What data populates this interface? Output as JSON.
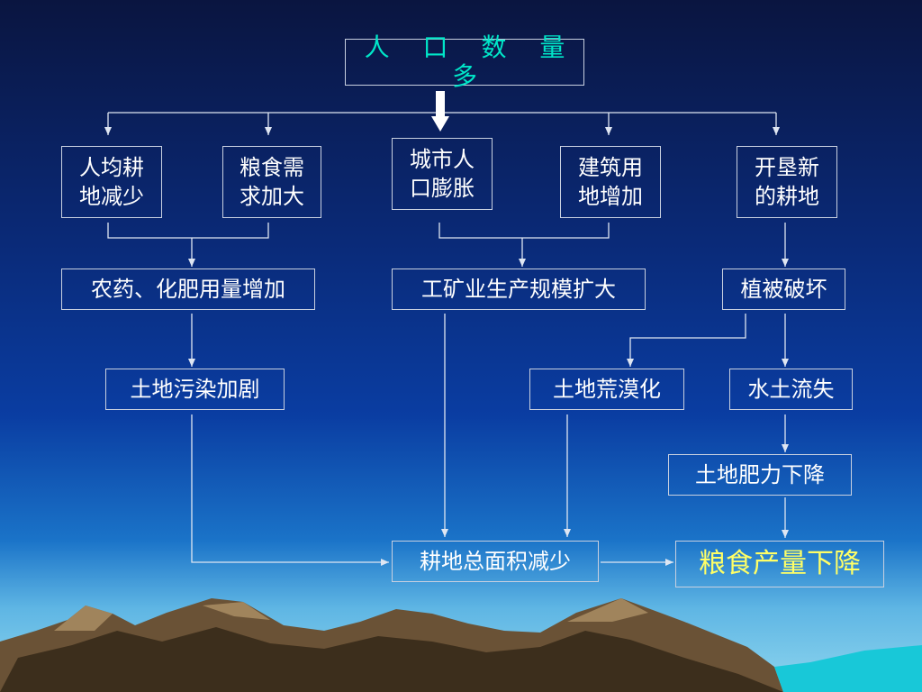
{
  "colors": {
    "title_text": "#00e6c8",
    "highlight_text": "#ffff66",
    "line": "#dfe6f2",
    "box_border": "#c8d0e0"
  },
  "nodes": {
    "title": "人 口 数 量 多",
    "n1": "人均耕\n地减少",
    "n2": "粮食需\n求加大",
    "n3": "城市人\n口膨胀",
    "n4": "建筑用\n地增加",
    "n5": "开垦新\n的耕地",
    "n6": "农药、化肥用量增加",
    "n7": "工矿业生产规模扩大",
    "n8": "植被破坏",
    "n9": "土地污染加剧",
    "n10": "土地荒漠化",
    "n11": "水土流失",
    "n12": "土地肥力下降",
    "n13": "耕地总面积减少",
    "n14": "粮食产量下降"
  }
}
